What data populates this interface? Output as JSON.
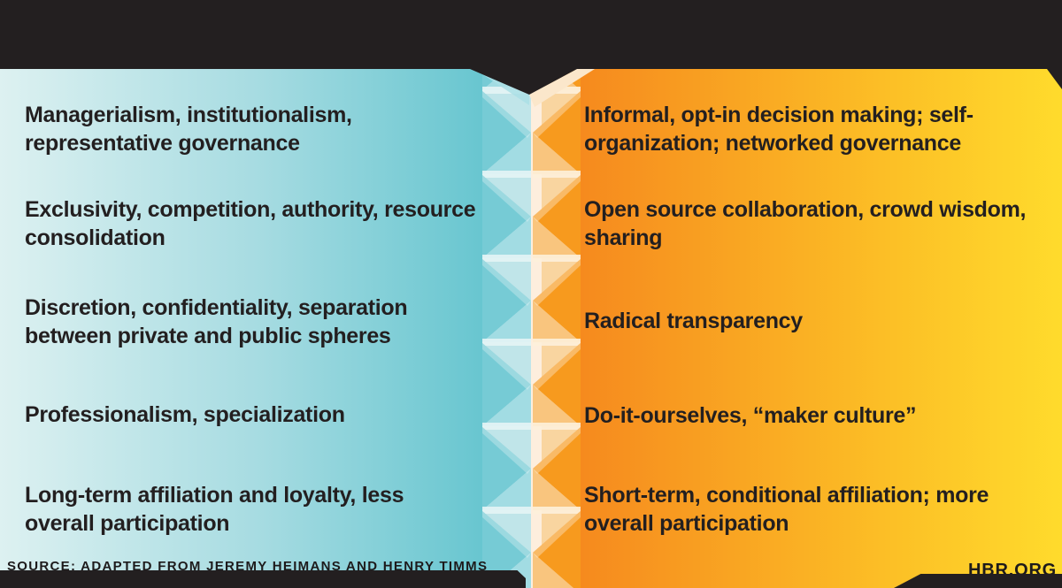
{
  "figure": {
    "title_area": "",
    "left_column": {
      "name": "old-power-values",
      "items": [
        "Managerialism, institutionalism, representative governance",
        "Exclusivity, competition, authority, resource consolidation",
        "Discretion, confidentiality, separation between private and public spheres",
        "Professionalism, specialization",
        "Long-term affiliation and loyalty, less overall participation"
      ]
    },
    "right_column": {
      "name": "new-power-values",
      "items": [
        "Informal, opt-in decision making; self-organization; networked governance",
        "Open source collaboration, crowd wisdom, sharing",
        "Radical transparency",
        "Do-it-ourselves, “maker culture”",
        "Short-term, conditional affiliation; more overall participation"
      ]
    },
    "footer": {
      "source": "SOURCE: ADAPTED FROM JEREMY HEIMANS AND HENRY TIMMS",
      "site": "HBR.ORG"
    },
    "colors": {
      "background_black": "#231f20",
      "teal_light": "#ddf1f1",
      "teal": "#68c6d0",
      "teal_tooth": "#76cbd5",
      "teal_tooth_light": "#a2dce3",
      "cream_seam": "#fdeedd",
      "orange": "#f68a1e",
      "orange_tooth_light": "#f9c57e",
      "yellow": "#ffdb2c",
      "text": "#231f20"
    }
  }
}
